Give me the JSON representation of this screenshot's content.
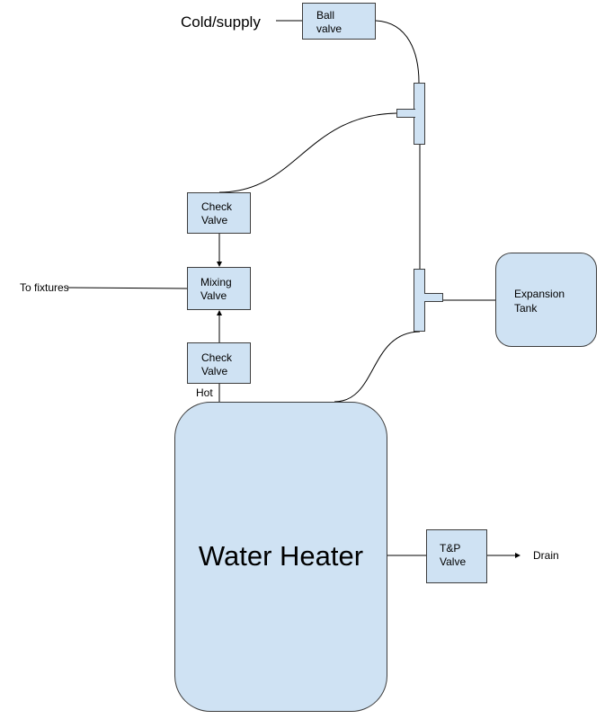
{
  "diagram": {
    "labels": {
      "cold_supply": "Cold/supply",
      "to_fixtures": "To fixtures",
      "hot": "Hot",
      "drain": "Drain"
    },
    "boxes": {
      "ball_valve": [
        "Ball",
        "valve"
      ],
      "check_valve_top": [
        "Check",
        "Valve"
      ],
      "mixing_valve": [
        "Mixing",
        "Valve"
      ],
      "check_valve_bottom": [
        "Check",
        "Valve"
      ],
      "expansion_tank": [
        "Expansion",
        "Tank"
      ],
      "water_heater": "Water Heater",
      "tp_valve": [
        "T&P",
        "Valve"
      ]
    },
    "colors": {
      "fill": "#cfe2f3",
      "stroke": "#3d3d3d",
      "line": "#000000"
    }
  }
}
